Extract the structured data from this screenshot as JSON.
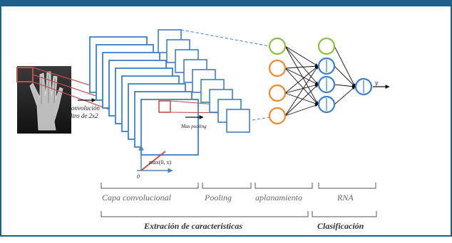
{
  "conv_label_line1": "Convolución",
  "conv_label_line2": "filtro de 2x2",
  "pool_label": "Max pooling",
  "output_label": "y",
  "relu_label": "max(0, x)",
  "relu_origin": "0",
  "sections": {
    "conv": "Capa convolucional",
    "pooling": "Pooling",
    "flatten": "aplanamiento",
    "ann": "RNA",
    "extraction": "Extración de caracteristicas",
    "classification": "Clasificación"
  },
  "colors": {
    "frame": "#1f5f8b",
    "feature_map": "#3c7fc9",
    "filter": "#c0504d",
    "green_node": "#8cbf3f",
    "orange_node": "#f0892e",
    "blue_node": "#3c7fc9",
    "relu_axis": "#4a86c5",
    "relu_line": "#c0504d"
  },
  "icons": [
    "hand-xray-image"
  ]
}
